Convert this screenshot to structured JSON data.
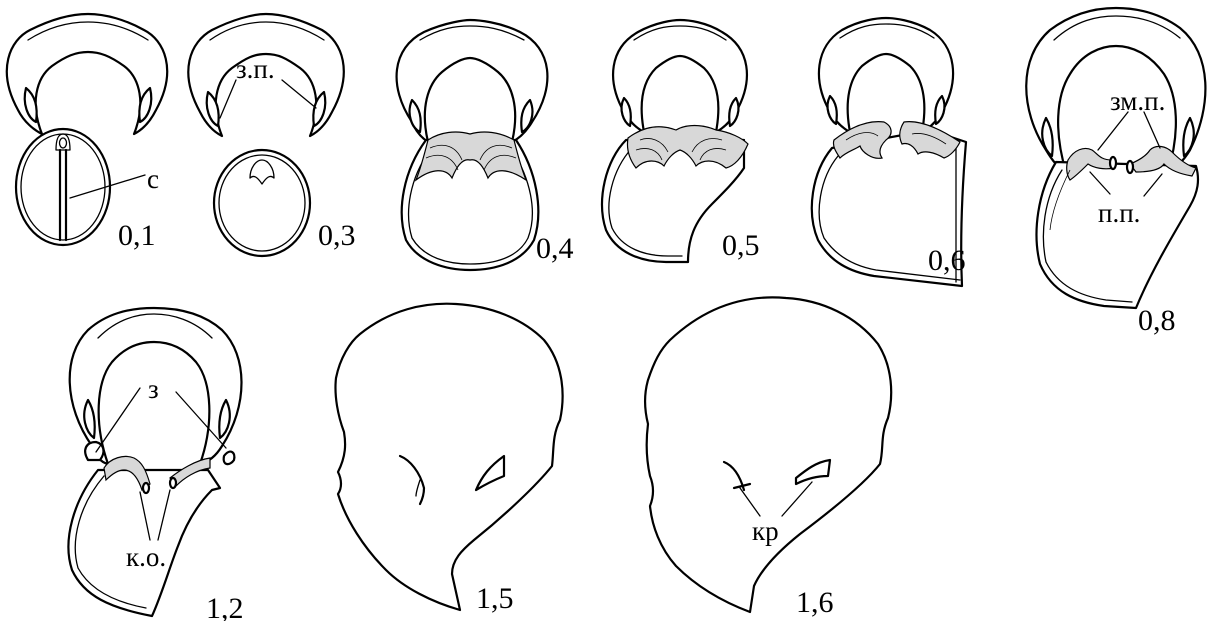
{
  "figure": {
    "stages": [
      {
        "id": "s01",
        "label": "0,1"
      },
      {
        "id": "s03",
        "label": "0,3"
      },
      {
        "id": "s04",
        "label": "0,4"
      },
      {
        "id": "s05",
        "label": "0,5"
      },
      {
        "id": "s06",
        "label": "0,6"
      },
      {
        "id": "s08",
        "label": "0,8"
      },
      {
        "id": "s12",
        "label": "1,2"
      },
      {
        "id": "s15",
        "label": "1,5"
      },
      {
        "id": "s16",
        "label": "1,6"
      }
    ],
    "annotations": {
      "c": "с",
      "zp": "з.п.",
      "zmp": "зм.п.",
      "pp": "п.п.",
      "z": "з",
      "ko": "к.о.",
      "kr": "кр"
    }
  }
}
